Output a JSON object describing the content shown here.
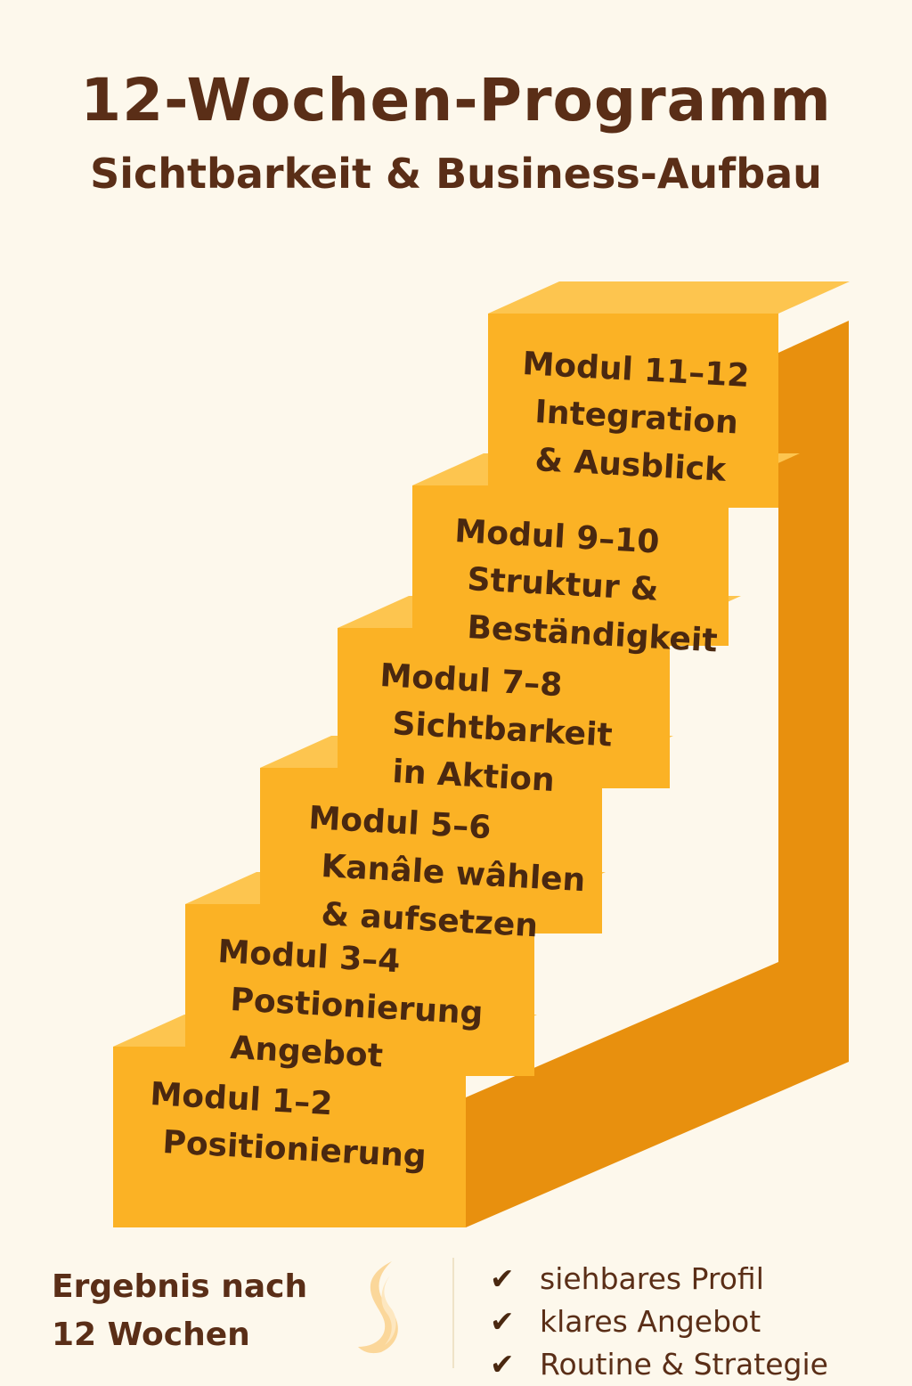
{
  "header": {
    "title": "12-Wochen-Programm",
    "subtitle": "Sichtbarkeit & Business-Aufbau"
  },
  "colors": {
    "background": "#fdf8ec",
    "text": "#5a2e17",
    "step_front": "#fbb225",
    "step_top": "#fdc54f",
    "step_side": "#e8900e"
  },
  "steps": [
    {
      "lines": [
        "Modul 1–2",
        "Positionierung"
      ]
    },
    {
      "lines": [
        "Modul 3–4",
        "Postionierung",
        "Angebot"
      ]
    },
    {
      "lines": [
        "Modul 5–6",
        "Kanâle wâhlen",
        "& aufsetzen"
      ]
    },
    {
      "lines": [
        "Modul 7–8",
        "Sichtbarkeit",
        "in Aktion"
      ]
    },
    {
      "lines": [
        "Modul 9–10",
        "Struktur &",
        "Beständigkeit"
      ]
    },
    {
      "lines": [
        "Modul 11–12",
        "Integration",
        "& Ausblick"
      ]
    }
  ],
  "result": {
    "line1": "Ergebnis nach",
    "line2": "12 Wochen",
    "icon": "flame-icon"
  },
  "checklist": {
    "icon": "check-icon",
    "check_glyph": "✔",
    "items": [
      "siehbares Profil",
      "klares Angebot",
      "Routine & Strategie"
    ]
  }
}
